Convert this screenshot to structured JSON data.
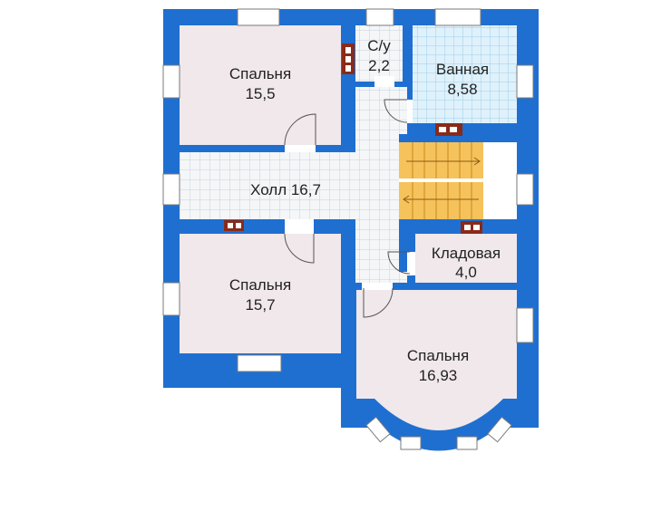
{
  "colors": {
    "wall": "#1f6fd1",
    "room_fill": "#f0e8ea",
    "tile_fill": "#f4f6f8",
    "tile_grid": "#c9d3dc",
    "bath_fill": "#dff1fb",
    "bath_grid": "#9ccfe8",
    "stair_fill": "#f6c25c",
    "chimney": "#8a2a18"
  },
  "rooms": {
    "bedroom_top_left": {
      "name": "Спальня",
      "area": "15,5"
    },
    "wc": {
      "name": "С/у",
      "area": "2,2"
    },
    "bathroom": {
      "name": "Ванная",
      "area": "8,58"
    },
    "hall": {
      "label": "Холл 16,7"
    },
    "storage": {
      "name": "Кладовая",
      "area": "4,0"
    },
    "bedroom_bottom_left": {
      "name": "Спальня",
      "area": "15,7"
    },
    "bedroom_bottom_right": {
      "name": "Спальня",
      "area": "16,93"
    }
  }
}
